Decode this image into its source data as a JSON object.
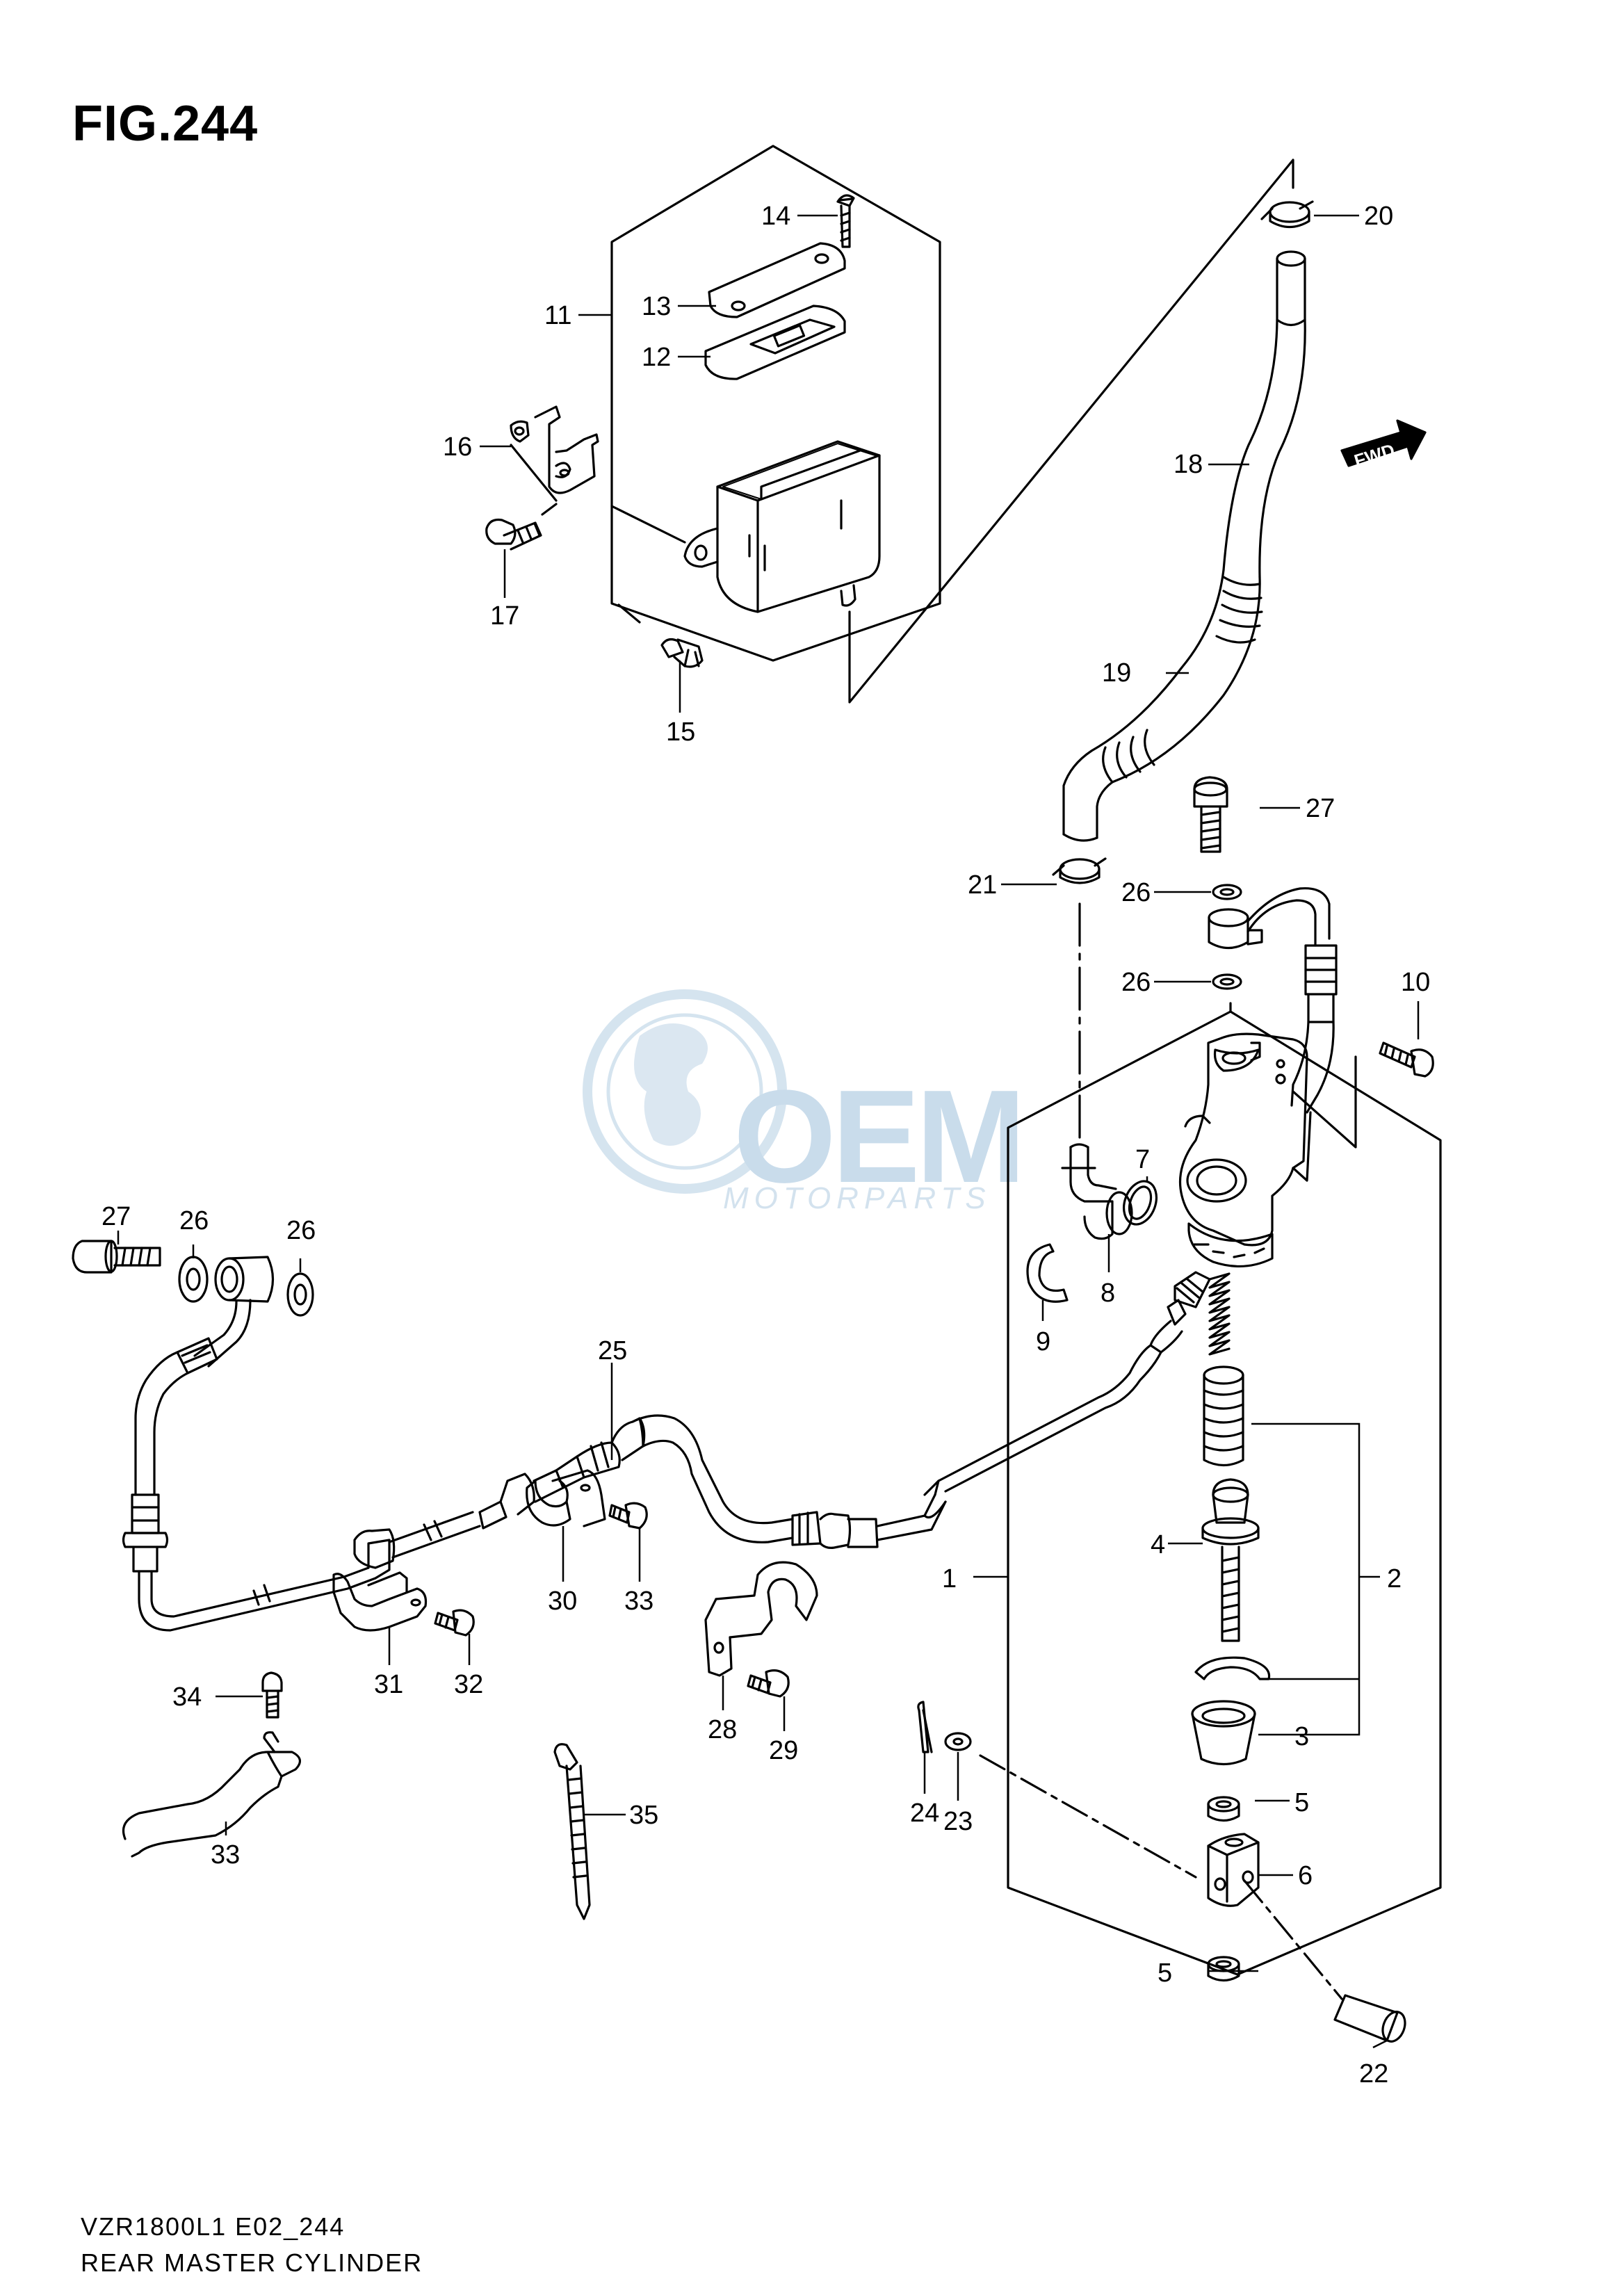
{
  "figure": {
    "title": "FIG.244",
    "model_line": "VZR1800L1  E02_244",
    "caption": "REAR MASTER CYLINDER"
  },
  "watermark": {
    "main": "OEM",
    "sub": "MOTORPARTS",
    "color": "#c9dceb"
  },
  "fwd_label": "FWD",
  "callouts": {
    "c1": "1",
    "c2": "2",
    "c3": "3",
    "c4": "4",
    "c5a": "5",
    "c5b": "5",
    "c6": "6",
    "c7": "7",
    "c8": "8",
    "c9": "9",
    "c10": "10",
    "c11": "11",
    "c12": "12",
    "c13": "13",
    "c14": "14",
    "c15": "15",
    "c16": "16",
    "c17": "17",
    "c18": "18",
    "c19": "19",
    "c20": "20",
    "c21": "21",
    "c22": "22",
    "c23": "23",
    "c24": "24",
    "c25": "25",
    "c26a": "26",
    "c26b": "26",
    "c26c": "26",
    "c26d": "26",
    "c27a": "27",
    "c27b": "27",
    "c28": "28",
    "c29": "29",
    "c30": "30",
    "c31": "31",
    "c32": "32",
    "c33a": "33",
    "c33b": "33",
    "c34": "34",
    "c35": "35"
  },
  "colors": {
    "line": "#000000",
    "fill": "#ffffff",
    "watermark": "#c9dceb"
  }
}
